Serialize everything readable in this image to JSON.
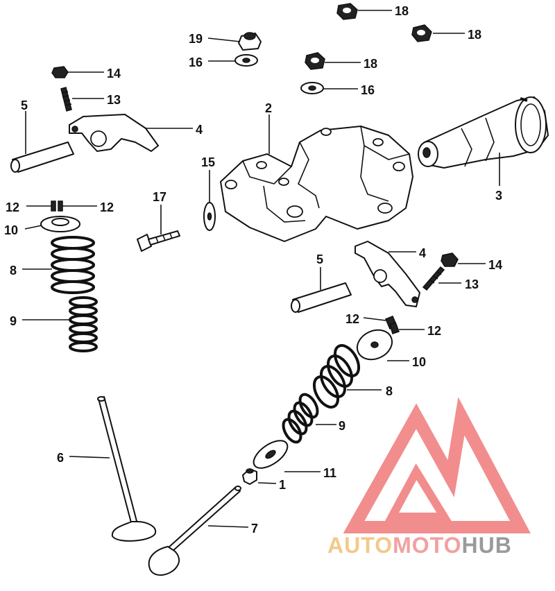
{
  "diagram": {
    "callouts": [
      {
        "id": "c18a",
        "label": "18"
      },
      {
        "id": "c18b",
        "label": "18"
      },
      {
        "id": "c18c",
        "label": "18"
      },
      {
        "id": "c19",
        "label": "19"
      },
      {
        "id": "c16a",
        "label": "16"
      },
      {
        "id": "c16b",
        "label": "16"
      },
      {
        "id": "c14a",
        "label": "14"
      },
      {
        "id": "c13a",
        "label": "13"
      },
      {
        "id": "c5a",
        "label": "5"
      },
      {
        "id": "c4a",
        "label": "4"
      },
      {
        "id": "c2",
        "label": "2"
      },
      {
        "id": "c15",
        "label": "15"
      },
      {
        "id": "c3",
        "label": "3"
      },
      {
        "id": "c17",
        "label": "17"
      },
      {
        "id": "c12a",
        "label": "12"
      },
      {
        "id": "c12b",
        "label": "12"
      },
      {
        "id": "c10a",
        "label": "10"
      },
      {
        "id": "c8a",
        "label": "8"
      },
      {
        "id": "c9a",
        "label": "9"
      },
      {
        "id": "c5b",
        "label": "5"
      },
      {
        "id": "c4b",
        "label": "4"
      },
      {
        "id": "c14b",
        "label": "14"
      },
      {
        "id": "c13b",
        "label": "13"
      },
      {
        "id": "c12c",
        "label": "12"
      },
      {
        "id": "c12d",
        "label": "12"
      },
      {
        "id": "c10b",
        "label": "10"
      },
      {
        "id": "c8b",
        "label": "8"
      },
      {
        "id": "c9b",
        "label": "9"
      },
      {
        "id": "c6",
        "label": "6"
      },
      {
        "id": "c11",
        "label": "11"
      },
      {
        "id": "c1",
        "label": "1"
      },
      {
        "id": "c7",
        "label": "7"
      }
    ]
  },
  "watermark": {
    "part1": "AUTO",
    "part2": "MOTO",
    "part3": "HUB",
    "colors": {
      "auto": "#f3c98a",
      "moto": "#f2a0a0",
      "hub": "#9a9a9a",
      "logo": "#f07a7a"
    }
  }
}
